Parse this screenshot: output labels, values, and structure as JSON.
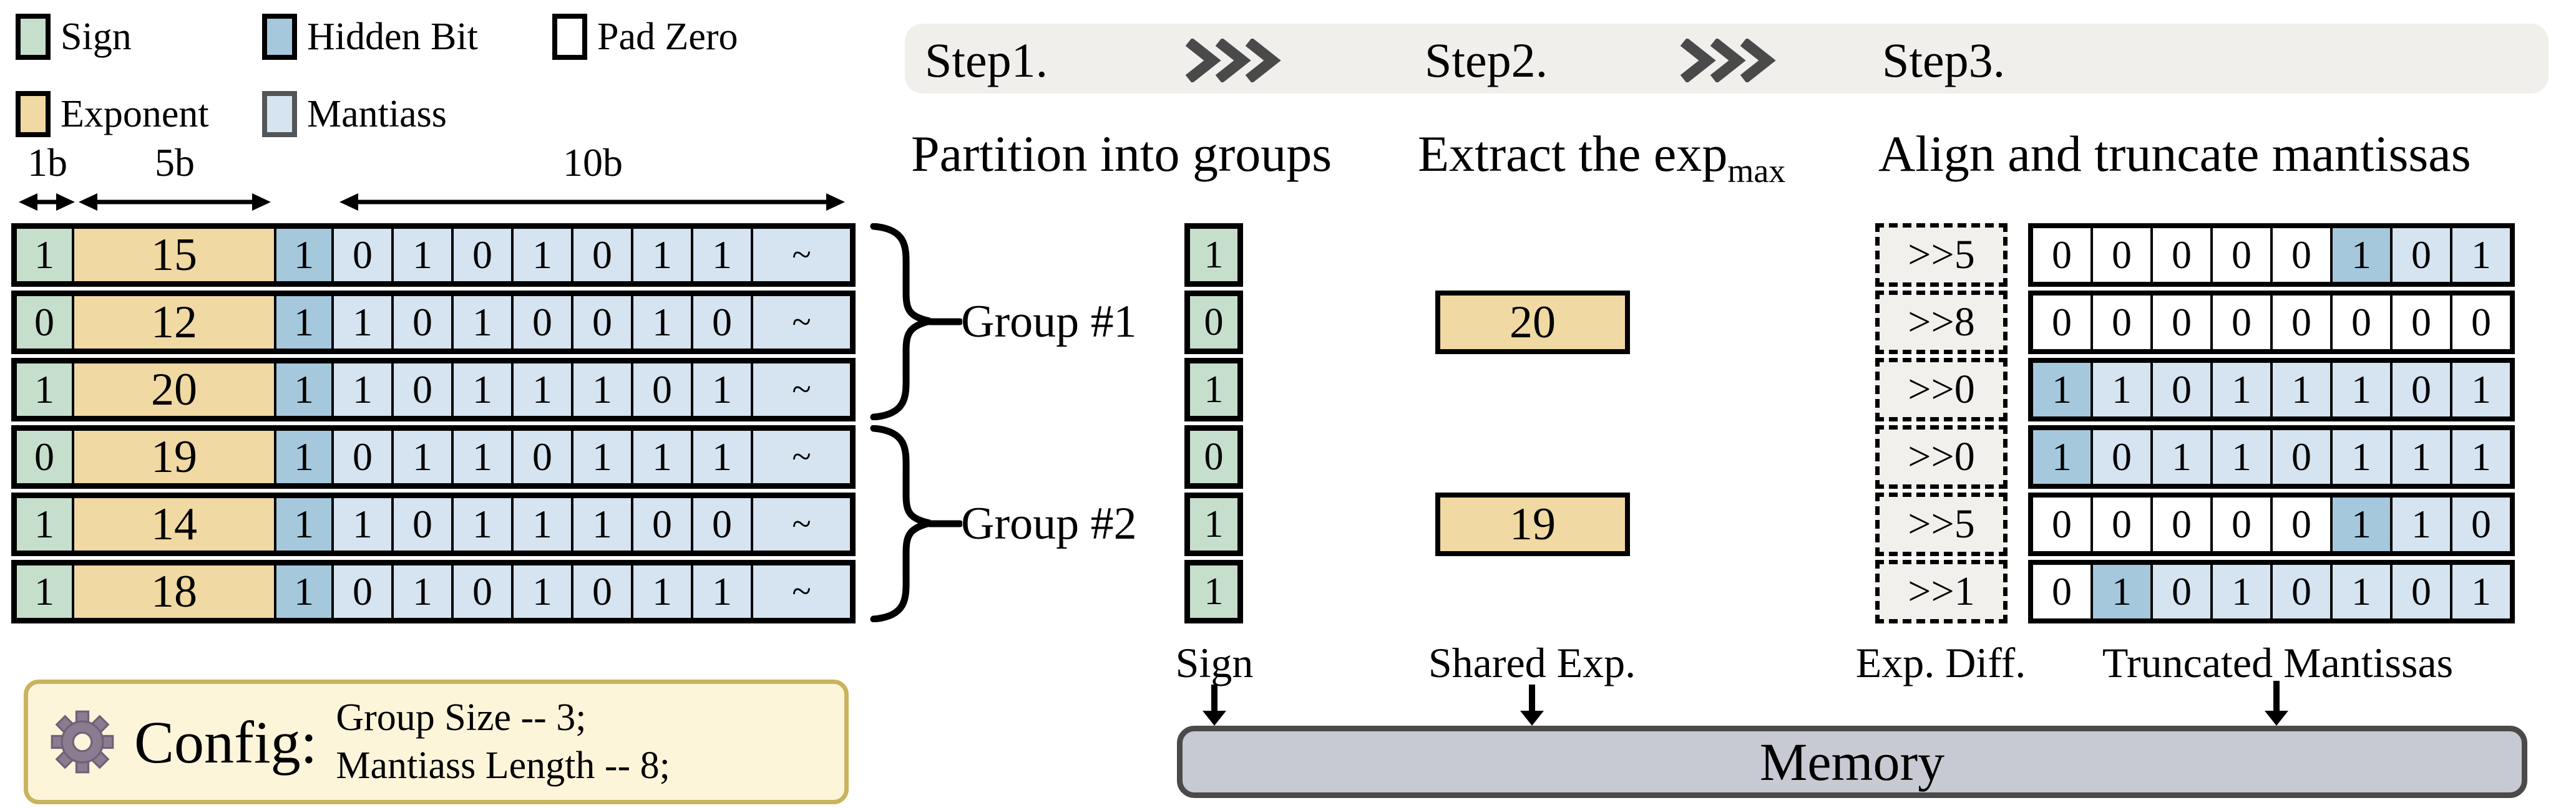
{
  "legend": {
    "items": [
      {
        "label": "Sign",
        "color": "#c5dfcc",
        "border": "#000000"
      },
      {
        "label": "Hidden Bit",
        "color": "#a5c8dd",
        "border": "#000000"
      },
      {
        "label": "Pad Zero",
        "color": "#ffffff",
        "border": "#000000"
      },
      {
        "label": "Exponent",
        "color": "#f0d9a2",
        "border": "#000000"
      },
      {
        "label": "Mantiass",
        "color": "#d6e3f0",
        "border": "#555555"
      }
    ]
  },
  "bit_widths": {
    "sign": "1b",
    "exponent": "5b",
    "mantissa": "10b"
  },
  "fp_table": {
    "rows": [
      {
        "sign": "1",
        "exp": "15",
        "mantissa": "10101011",
        "tilde": "~"
      },
      {
        "sign": "0",
        "exp": "12",
        "mantissa": "11010010",
        "tilde": "~"
      },
      {
        "sign": "1",
        "exp": "20",
        "mantissa": "11011101",
        "tilde": "~"
      },
      {
        "sign": "0",
        "exp": "19",
        "mantissa": "10110111",
        "tilde": "~"
      },
      {
        "sign": "1",
        "exp": "14",
        "mantissa": "11011100",
        "tilde": "~"
      },
      {
        "sign": "1",
        "exp": "18",
        "mantissa": "10101011",
        "tilde": "~"
      }
    ]
  },
  "groups": [
    {
      "label": "Group #1"
    },
    {
      "label": "Group #2"
    }
  ],
  "steps": {
    "items": [
      {
        "label": "Step1."
      },
      {
        "label": "Step2."
      },
      {
        "label": "Step3."
      }
    ],
    "headings": [
      {
        "label": "Partition into groups"
      },
      {
        "label": "Extract the exp",
        "subscript": "max"
      },
      {
        "label": "Align and truncate mantissas"
      }
    ]
  },
  "partition": {
    "sign_bits": [
      "1",
      "0",
      "1",
      "0",
      "1",
      "1"
    ],
    "label": "Sign"
  },
  "extract": {
    "shared_exponents": [
      {
        "value": "20"
      },
      {
        "value": "19"
      }
    ],
    "label": "Shared Exp."
  },
  "align": {
    "shifts": [
      ">>5",
      ">>8",
      ">>0",
      ">>0",
      ">>5",
      ">>1"
    ],
    "mantissas": [
      {
        "values": "00000101",
        "colors": "wwwwwhmm"
      },
      {
        "values": "00000000",
        "colors": "wwwwwwww"
      },
      {
        "values": "11011101",
        "colors": "hmmmmmmm"
      },
      {
        "values": "10110111",
        "colors": "hmmmmmmm"
      },
      {
        "values": "00000110",
        "colors": "wwwwwhmm"
      },
      {
        "values": "01010101",
        "colors": "whmmmmmm"
      }
    ],
    "exp_diff_label": "Exp. Diff.",
    "truncated_label": "Truncated Mantissas"
  },
  "memory": {
    "label": "Memory"
  },
  "config": {
    "title": "Config:",
    "lines": [
      "Group Size -- 3;",
      "Mantiass Length -- 8;"
    ]
  },
  "colors": {
    "sign": "#c5dfcc",
    "exponent": "#f0d9a2",
    "hidden": "#a5c8dd",
    "mantissa": "#d6e3f0",
    "pad": "#ffffff",
    "banner": "#f1efec",
    "dashed_fill": "#f1f0ec",
    "memory_fill": "#c7cad3",
    "memory_border": "#4a4a4a",
    "config_fill": "#fdf5da",
    "config_border": "#c9b35c",
    "gear": "#8b7c92",
    "chevron": "#4a4a4a"
  }
}
